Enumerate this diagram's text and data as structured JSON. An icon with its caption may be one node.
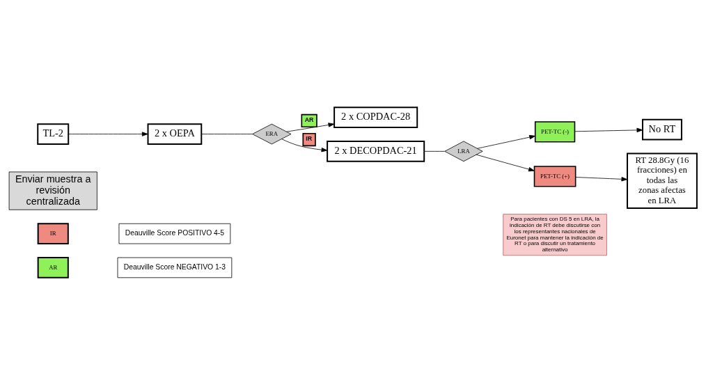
{
  "diagram": {
    "nodes": [
      {
        "text": [
          "AR"
        ]
      },
      {
        "text": [
          "Deauville Score NEGATIVO 1-3"
        ]
      },
      {
        "text": [
          "IR"
        ]
      },
      {
        "text": [
          "Deauville Score POSITIVO 4-5"
        ]
      },
      {
        "text": [
          "TL-2"
        ]
      },
      {
        "text": [
          "Enviar muestra a revisión centralizada"
        ]
      },
      {
        "text": [
          "2 x OEPA"
        ]
      },
      {
        "text": [
          "ERA"
        ]
      },
      {
        "text": [
          "2 x COPDAC-28"
        ]
      },
      {
        "text": [
          "2 x DECOPDAC-21"
        ]
      },
      {
        "text": [
          "LRA"
        ]
      },
      {
        "text": [
          "PET-TC (-)"
        ]
      },
      {
        "text": [
          "PET-TC (+)"
        ]
      },
      {
        "text": [
          "Para pacientes con DS 5 en LRA, la indicación de RT debe discutirse con los representantes nacionales de Euronet para mantener la indicación de RT o para discutir un tratamiento alternativo"
        ]
      },
      {
        "text": [
          "No RT"
        ]
      },
      {
        "text": [
          "RT 28.8Gy (16 fracciones) en todas las zonas afectas en LRA"
        ]
      }
    ],
    "edges": [
      {
        "from": 4,
        "to": 6,
        "arrow": "to"
      },
      {
        "from": 6,
        "to": 7,
        "arrow": "none"
      },
      {
        "from": 7,
        "to": 8,
        "arrow": "to",
        "label": "AR"
      },
      {
        "from": 7,
        "to": 9,
        "arrow": "to",
        "label": "IR"
      },
      {
        "from": 9,
        "to": 10,
        "arrow": "none"
      },
      {
        "from": 10,
        "to": 11,
        "arrow": "to"
      },
      {
        "from": 10,
        "to": 12,
        "arrow": "to"
      },
      {
        "from": 11,
        "to": 14,
        "arrow": "to"
      },
      {
        "from": 12,
        "to": 15,
        "arrow": "to"
      }
    ]
  }
}
